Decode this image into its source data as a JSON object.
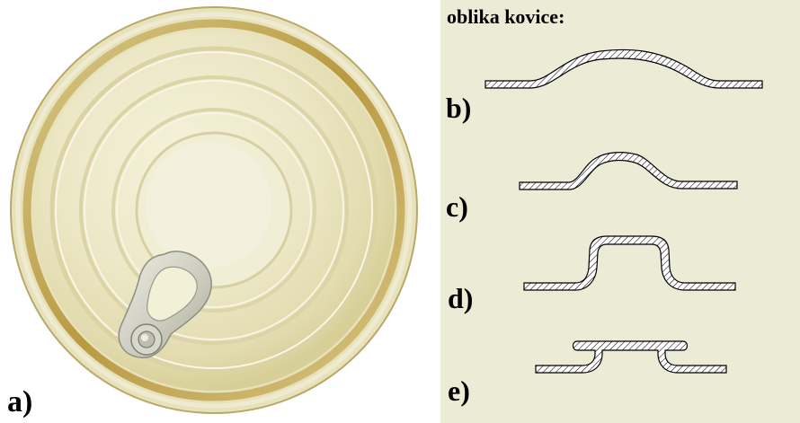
{
  "figure": {
    "photo_label": "a)",
    "panel_title": "oblika kovice:",
    "profiles": [
      {
        "label": "b)"
      },
      {
        "label": "c)"
      },
      {
        "label": "d)"
      },
      {
        "label": "e)"
      }
    ]
  },
  "colors": {
    "panel_background": "#EBEBD6",
    "lid_gold": "#C8B060",
    "lid_face": "#EEEACB",
    "ring_tab": "#D8D8CC",
    "hatch": "#000000"
  }
}
